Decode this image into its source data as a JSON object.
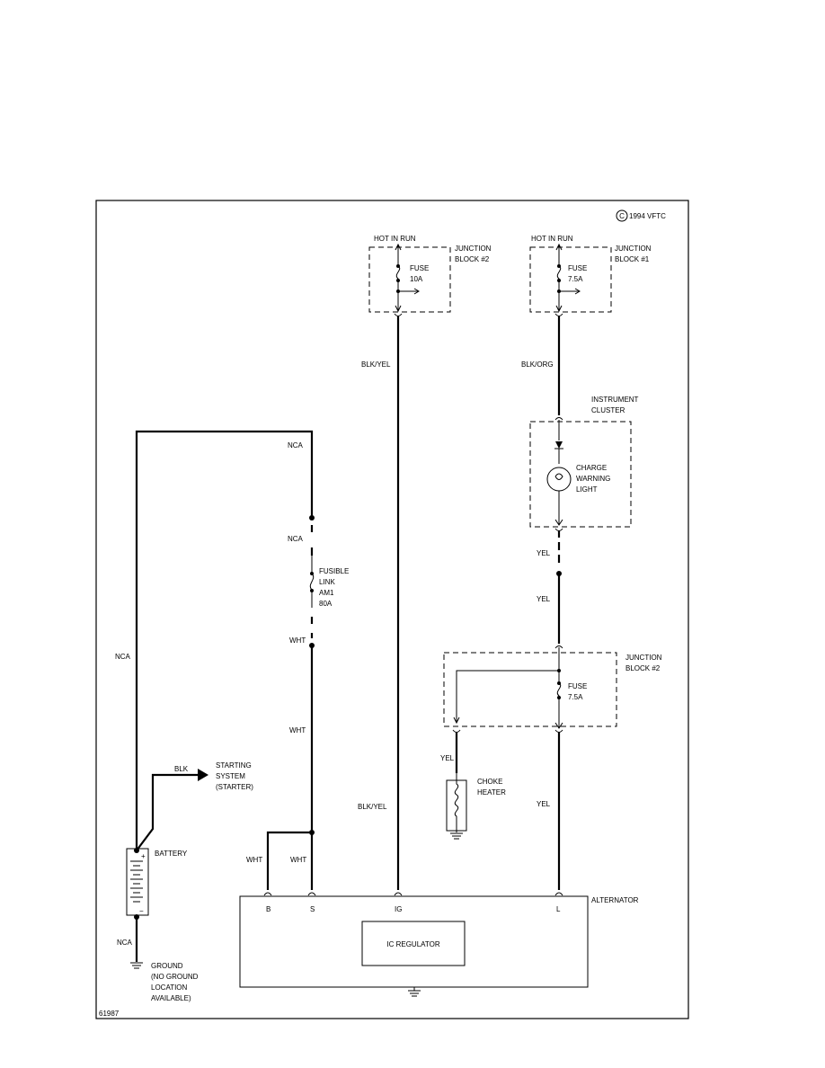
{
  "copyright": "1994 VFTC",
  "copyright_symbol": "C",
  "figure_id": "61987",
  "blocks": {
    "jb2_top": {
      "hot": "HOT IN RUN",
      "name_line1": "JUNCTION",
      "name_line2": "BLOCK #2",
      "fuse_label": "FUSE",
      "fuse_rating": "10A"
    },
    "jb1_top": {
      "hot": "HOT IN RUN",
      "name_line1": "JUNCTION",
      "name_line2": "BLOCK #1",
      "fuse_label": "FUSE",
      "fuse_rating": "7.5A"
    },
    "jb2_mid": {
      "name_line1": "JUNCTION",
      "name_line2": "BLOCK #2",
      "fuse_label": "FUSE",
      "fuse_rating": "7.5A"
    }
  },
  "cluster": {
    "line1": "INSTRUMENT",
    "line2": "CLUSTER",
    "lamp_line1": "CHARGE",
    "lamp_line2": "WARNING",
    "lamp_line3": "LIGHT"
  },
  "fusible_link": {
    "line1": "FUSIBLE",
    "line2": "LINK",
    "line3": "AM1",
    "line4": "80A"
  },
  "choke": {
    "line1": "CHOKE",
    "line2": "HEATER"
  },
  "battery": {
    "label": "BATTERY",
    "plus": "+",
    "minus": "−"
  },
  "starter": {
    "line1": "STARTING",
    "line2": "SYSTEM",
    "line3": "(STARTER)"
  },
  "ground": {
    "line1": "GROUND",
    "line2": "(NO GROUND",
    "line3": "LOCATION",
    "line4": "AVAILABLE)"
  },
  "alternator": {
    "label": "ALTERNATOR",
    "regulator": "IC REGULATOR",
    "terminals": {
      "b": "B",
      "s": "S",
      "ig": "IG",
      "l": "L"
    }
  },
  "wire_labels": {
    "blk_yel_top": "BLK/YEL",
    "blk_org": "BLK/ORG",
    "nca_top": "NCA",
    "nca_mid": "NCA",
    "nca_left": "NCA",
    "nca_bottom": "NCA",
    "wht_upper": "WHT",
    "wht_mid": "WHT",
    "wht_left_low": "WHT",
    "wht_right_low": "WHT",
    "blk": "BLK",
    "yel_1": "YEL",
    "yel_2": "YEL",
    "yel_choke": "YEL",
    "yel_low": "YEL",
    "blk_yel_low": "BLK/YEL"
  }
}
